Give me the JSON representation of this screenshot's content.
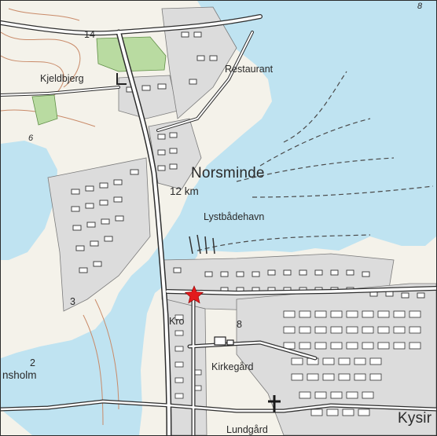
{
  "map": {
    "colors": {
      "water": "#bfe3f1",
      "land": "#f4f2ea",
      "built_up": "#dcdcdc",
      "woodland": "#b9dba1",
      "road": "#ffffff",
      "road_casing": "#2e2e2e",
      "contour": "#c98a68",
      "marker": "#e31a1c"
    },
    "labels": {
      "town_norsminde": "Norsminde",
      "distance": "12 km",
      "marina": "Lystbådehavn",
      "restaurant": "Restaurant",
      "kjeldbjerg": "Kjeldbjerg",
      "kro": "Kro",
      "kirkegard": "Kirkegård",
      "lundgard": "Lundgård",
      "kysing": "Kysir",
      "holm": "nsholm",
      "road_14": "14",
      "road_8": "8",
      "road_3": "3",
      "spot_2": "2",
      "spot_8_top": "8",
      "spot_6": "6"
    },
    "marker": {
      "icon": "star-icon",
      "description": "location marker"
    }
  }
}
